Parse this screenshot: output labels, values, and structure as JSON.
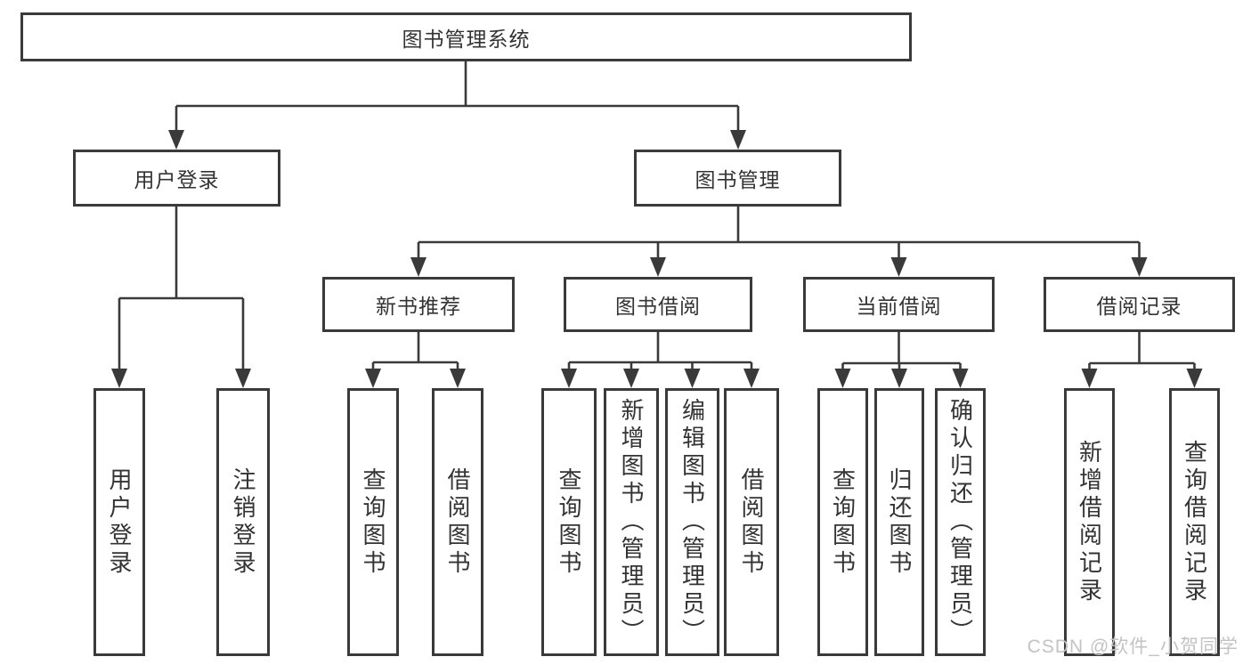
{
  "diagram": {
    "root": {
      "label": "图书管理系统"
    },
    "branches": [
      {
        "label": "用户登录",
        "children": [
          {
            "label": "用户登录"
          },
          {
            "label": "注销登录"
          }
        ]
      },
      {
        "label": "图书管理",
        "children": [
          {
            "label": "新书推荐",
            "children": [
              {
                "label": "查询图书"
              },
              {
                "label": "借阅图书"
              }
            ]
          },
          {
            "label": "图书借阅",
            "children": [
              {
                "label": "查询图书"
              },
              {
                "label": "新增图书（管理员）"
              },
              {
                "label": "编辑图书（管理员）"
              },
              {
                "label": "借阅图书"
              }
            ]
          },
          {
            "label": "当前借阅",
            "children": [
              {
                "label": "查询图书"
              },
              {
                "label": "归还图书"
              },
              {
                "label": "确认归还（管理员）"
              }
            ]
          },
          {
            "label": "借阅记录",
            "children": [
              {
                "label": "新增借阅记录"
              },
              {
                "label": "查询借阅记录"
              }
            ]
          }
        ]
      }
    ]
  },
  "watermark": {
    "text": "CSDN @软件_小贺同学"
  },
  "colors": {
    "line": "#3a3a3a",
    "text": "#333333",
    "watermark": "#c3c3c3",
    "background": "#ffffff"
  }
}
